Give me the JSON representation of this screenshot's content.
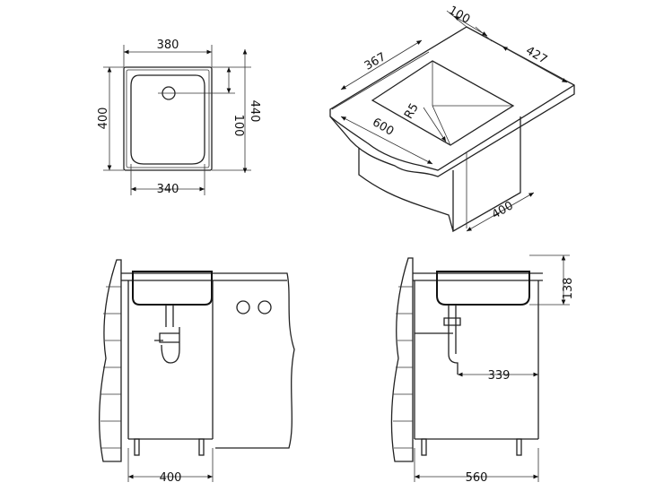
{
  "top_view": {
    "width_outer": "380",
    "depth_outer": "400",
    "width_inner": "340",
    "drain_offset": "100",
    "depth_total": "440"
  },
  "iso_view": {
    "depth_strip": "100",
    "cutout_depth": "427",
    "cutout_width": "367",
    "corner_radius": "R5",
    "counter_depth": "600",
    "cabinet_width": "400"
  },
  "front_view": {
    "cabinet_width": "400"
  },
  "side_view": {
    "bowl_height": "138",
    "drain_distance": "339",
    "cabinet_depth": "560"
  }
}
